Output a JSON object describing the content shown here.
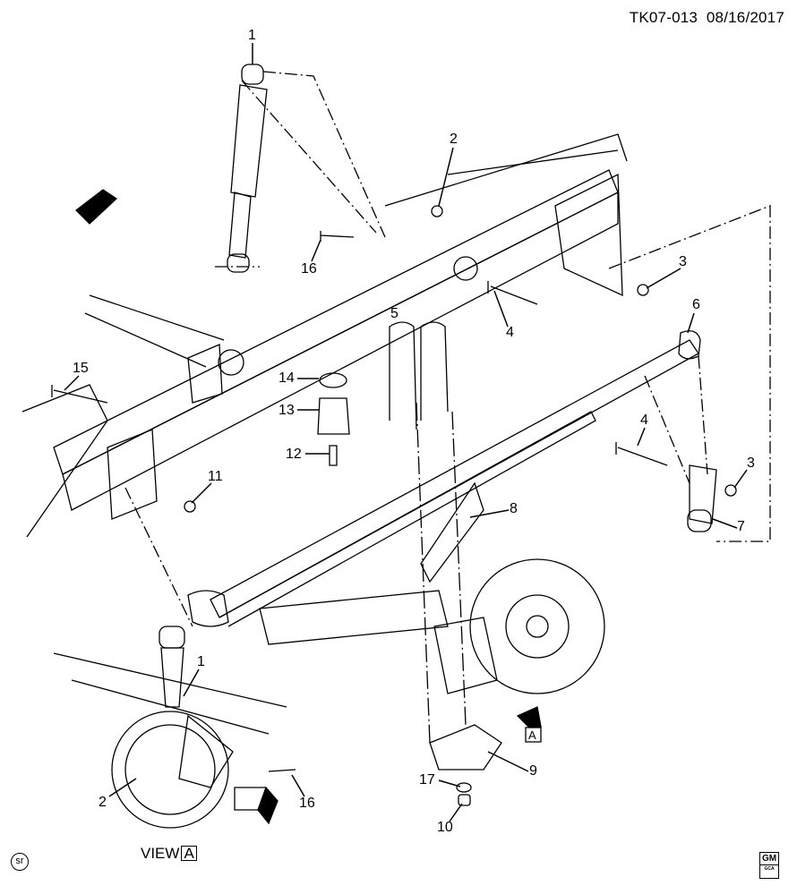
{
  "header": {
    "code": "TK07-013",
    "date": "08/16/2017"
  },
  "callouts": [
    "1",
    "2",
    "16",
    "3",
    "4",
    "5",
    "6",
    "15",
    "14",
    "13",
    "12",
    "11",
    "4",
    "3",
    "8",
    "7",
    "1",
    "9",
    "17",
    "16",
    "2",
    "10"
  ],
  "view_label": {
    "text": "VIEW",
    "ref": "A"
  },
  "arrow_ref": "A",
  "front_arrows": {
    "label": "FRT"
  },
  "corner_badge": "sr",
  "logo": {
    "top": "GM",
    "bottom": "GCA"
  }
}
